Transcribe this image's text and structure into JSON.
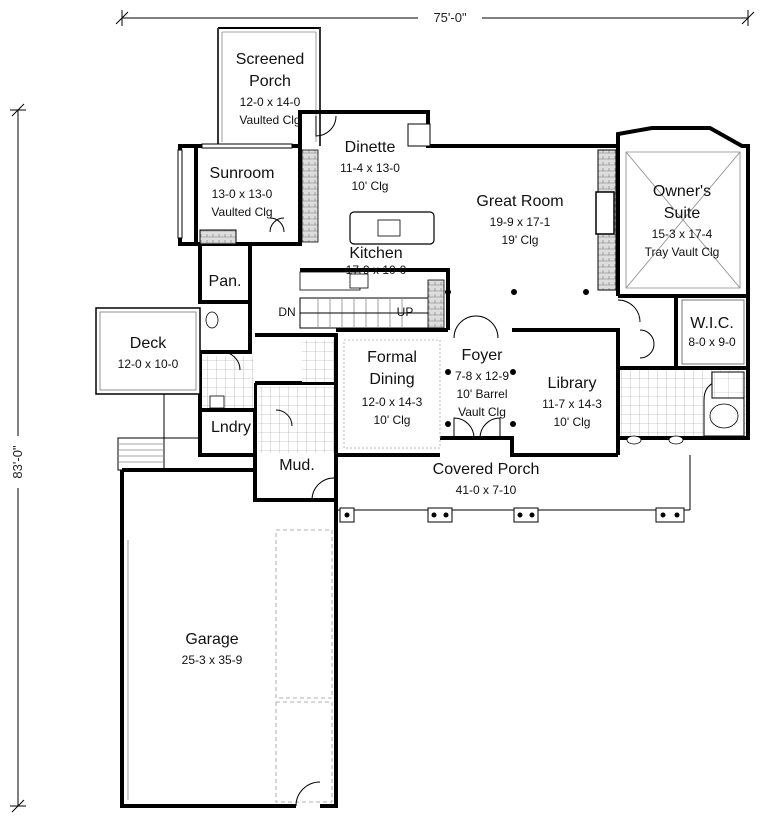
{
  "dimensions": {
    "width": "75'-0\"",
    "depth": "83'-0\""
  },
  "rooms": {
    "screened_porch": {
      "name": "Screened Porch",
      "size": "12-0 x 14-0",
      "ceiling": "Vaulted Clg"
    },
    "dinette": {
      "name": "Dinette",
      "size": "11-4 x 13-0",
      "ceiling": "10' Clg"
    },
    "sunroom": {
      "name": "Sunroom",
      "size": "13-0 x 13-0",
      "ceiling": "Vaulted Clg"
    },
    "great_room": {
      "name": "Great Room",
      "size": "19-9 x 17-1",
      "ceiling": "19' Clg"
    },
    "owners_suite": {
      "name": "Owner's Suite",
      "size": "15-3 x 17-4",
      "ceiling": "Tray Vault Clg"
    },
    "kitchen": {
      "name": "Kitchen",
      "size": "17-9 x 10-0"
    },
    "pantry": {
      "name": "Pan."
    },
    "wic": {
      "name": "W.I.C.",
      "size": "8-0 x 9-0"
    },
    "deck": {
      "name": "Deck",
      "size": "12-0 x 10-0"
    },
    "formal_dining": {
      "name": "Formal Dining",
      "size": "12-0 x 14-3",
      "ceiling": "10' Clg"
    },
    "foyer": {
      "name": "Foyer",
      "size": "7-8 x 12-9",
      "ceiling": "10' Barrel Vault Clg"
    },
    "library": {
      "name": "Library",
      "size": "11-7 x 14-3",
      "ceiling": "10' Clg"
    },
    "laundry": {
      "name": "Lndry"
    },
    "mud": {
      "name": "Mud."
    },
    "covered_porch": {
      "name": "Covered Porch",
      "size": "41-0 x 7-10"
    },
    "garage": {
      "name": "Garage",
      "size": "25-3 x 35-9"
    }
  },
  "stairs": {
    "down": "DN",
    "up": "UP"
  }
}
